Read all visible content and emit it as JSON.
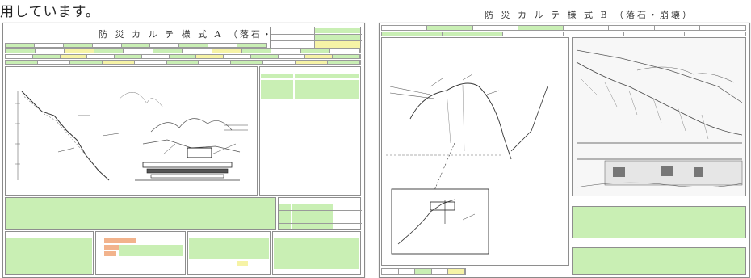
{
  "caption": "用しています。",
  "sheet_a": {
    "title": "防 災 カ ル テ 様 式 A （落石・崩壊）",
    "fill_colors": {
      "green": "#c9efb4",
      "yellow": "#f6f3a6",
      "orange": "#f2b38c"
    }
  },
  "sheet_b": {
    "title": "防 災 カ ル テ 様 式 B （落石・崩壊）"
  }
}
